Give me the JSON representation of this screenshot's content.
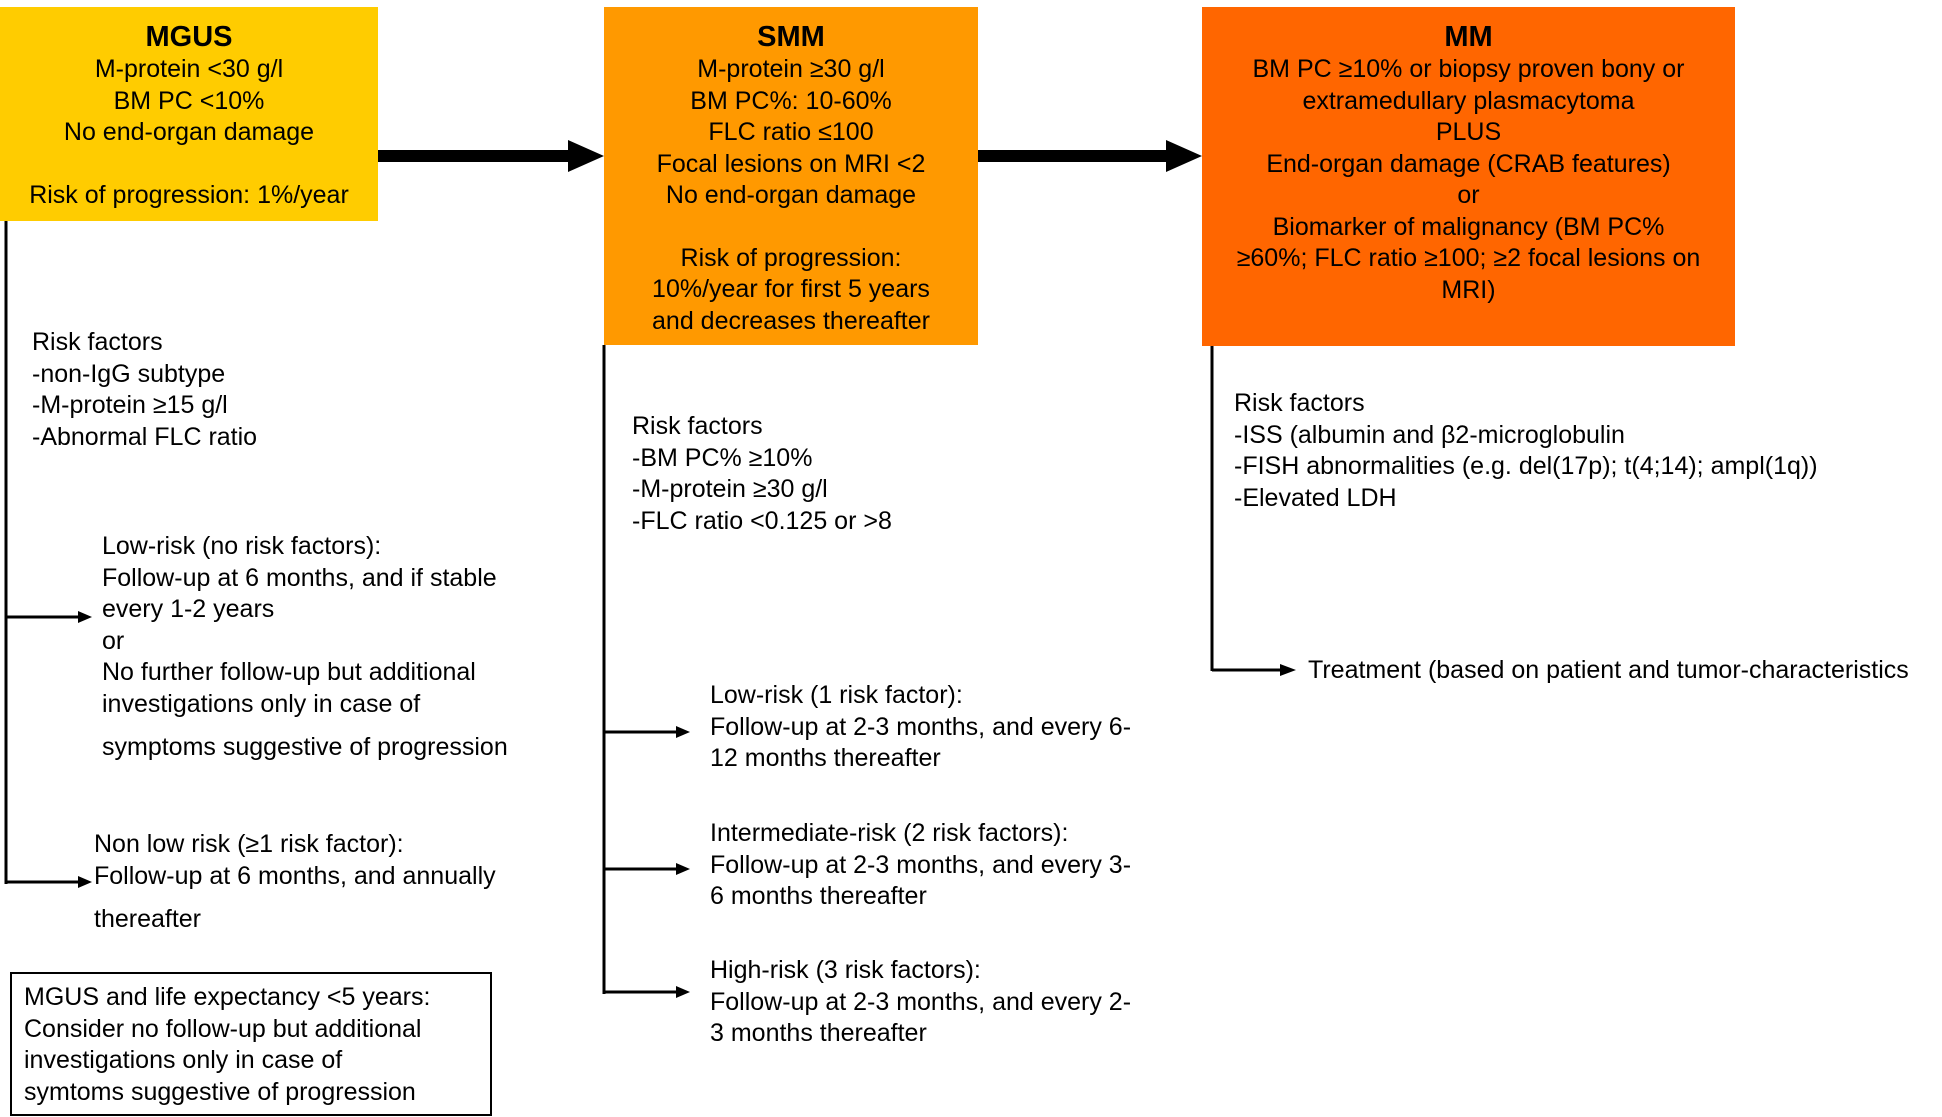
{
  "colors": {
    "mgus": "#FFCC00",
    "smm": "#FF9900",
    "mm": "#FF6600",
    "line": "#000000"
  },
  "mgus": {
    "title": "MGUS",
    "lines": [
      "M-protein <30 g/l",
      "BM PC <10%",
      "No end-organ damage"
    ],
    "risk": "Risk of progression: 1%/year",
    "risk_factors_title": "Risk factors",
    "risk_factors": [
      "-non-IgG subtype",
      "-M-protein ≥15 g/l",
      "-Abnormal FLC ratio"
    ],
    "low_risk": [
      "Low-risk (no risk factors):",
      "Follow-up at 6 months, and if stable",
      "every 1-2 years",
      "or",
      "No further follow-up but additional",
      "investigations only in case of",
      "symptoms suggestive of progression"
    ],
    "non_low_risk": [
      "Non low risk (≥1 risk factor):",
      "Follow-up at 6 months, and annually",
      "thereafter"
    ],
    "note": [
      "MGUS and life expectancy <5 years:",
      "Consider no follow-up but additional",
      "investigations only in case of",
      "symtoms suggestive of progression"
    ]
  },
  "smm": {
    "title": "SMM",
    "lines": [
      "M-protein ≥30 g/l",
      "BM PC%: 10-60%",
      "FLC ratio ≤100",
      "Focal lesions on MRI <2",
      "No end-organ damage"
    ],
    "risk": [
      "Risk of progression:",
      "10%/year for first 5 years",
      "and decreases thereafter"
    ],
    "risk_factors_title": "Risk factors",
    "risk_factors": [
      "-BM PC% ≥10%",
      "-M-protein ≥30 g/l",
      "-FLC ratio <0.125 or >8"
    ],
    "low_risk": [
      "Low-risk (1 risk factor):",
      "Follow-up at 2-3 months, and every 6-",
      "12 months thereafter"
    ],
    "intermediate_risk": [
      "Intermediate-risk (2 risk factors):",
      "Follow-up at 2-3 months, and every 3-",
      "6 months thereafter"
    ],
    "high_risk": [
      "High-risk (3 risk factors):",
      "Follow-up at 2-3 months, and every 2-",
      "3 months thereafter"
    ]
  },
  "mm": {
    "title": "MM",
    "lines": [
      "BM PC ≥10% or biopsy proven bony or",
      "extramedullary plasmacytoma",
      "PLUS",
      "End-organ damage (CRAB features)",
      "or",
      "Biomarker of malignancy (BM PC%",
      "≥60%; FLC ratio ≥100; ≥2 focal lesions on",
      "MRI)"
    ],
    "risk_factors_title": "Risk factors",
    "risk_factors": [
      "-ISS (albumin and β2-microglobulin",
      "-FISH abnormalities (e.g. del(17p); t(4;14); ampl(1q))",
      "-Elevated LDH"
    ],
    "treatment": "Treatment (based on patient and tumor-characteristics"
  }
}
